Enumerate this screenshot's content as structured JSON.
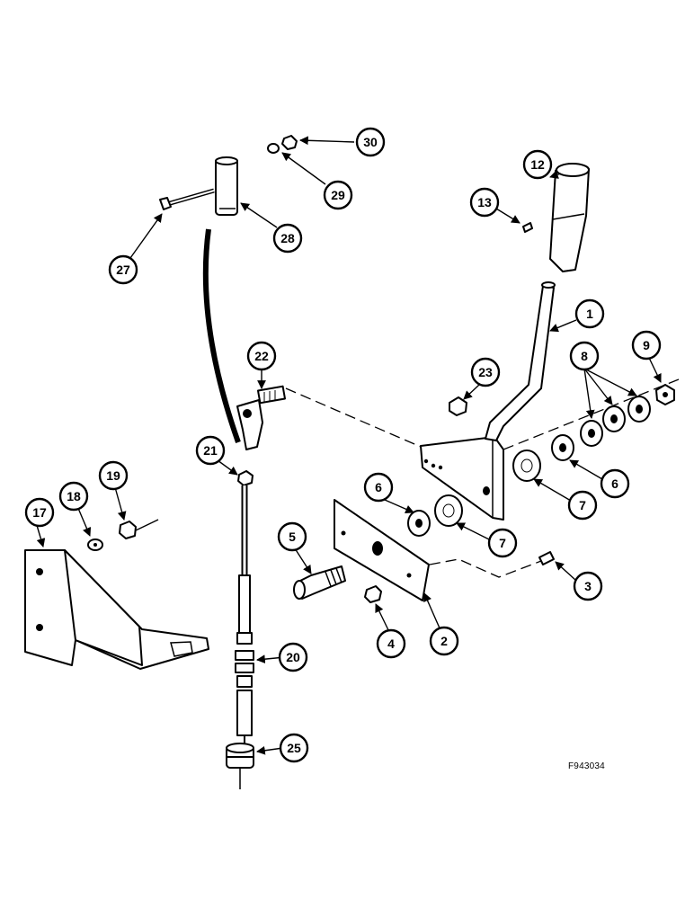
{
  "figure_code": "F943034",
  "callouts": [
    "1",
    "2",
    "3",
    "4",
    "5",
    "6",
    "6",
    "7",
    "7",
    "8",
    "9",
    "12",
    "13",
    "17",
    "18",
    "19",
    "20",
    "21",
    "22",
    "23",
    "25",
    "27",
    "28",
    "29",
    "30"
  ]
}
